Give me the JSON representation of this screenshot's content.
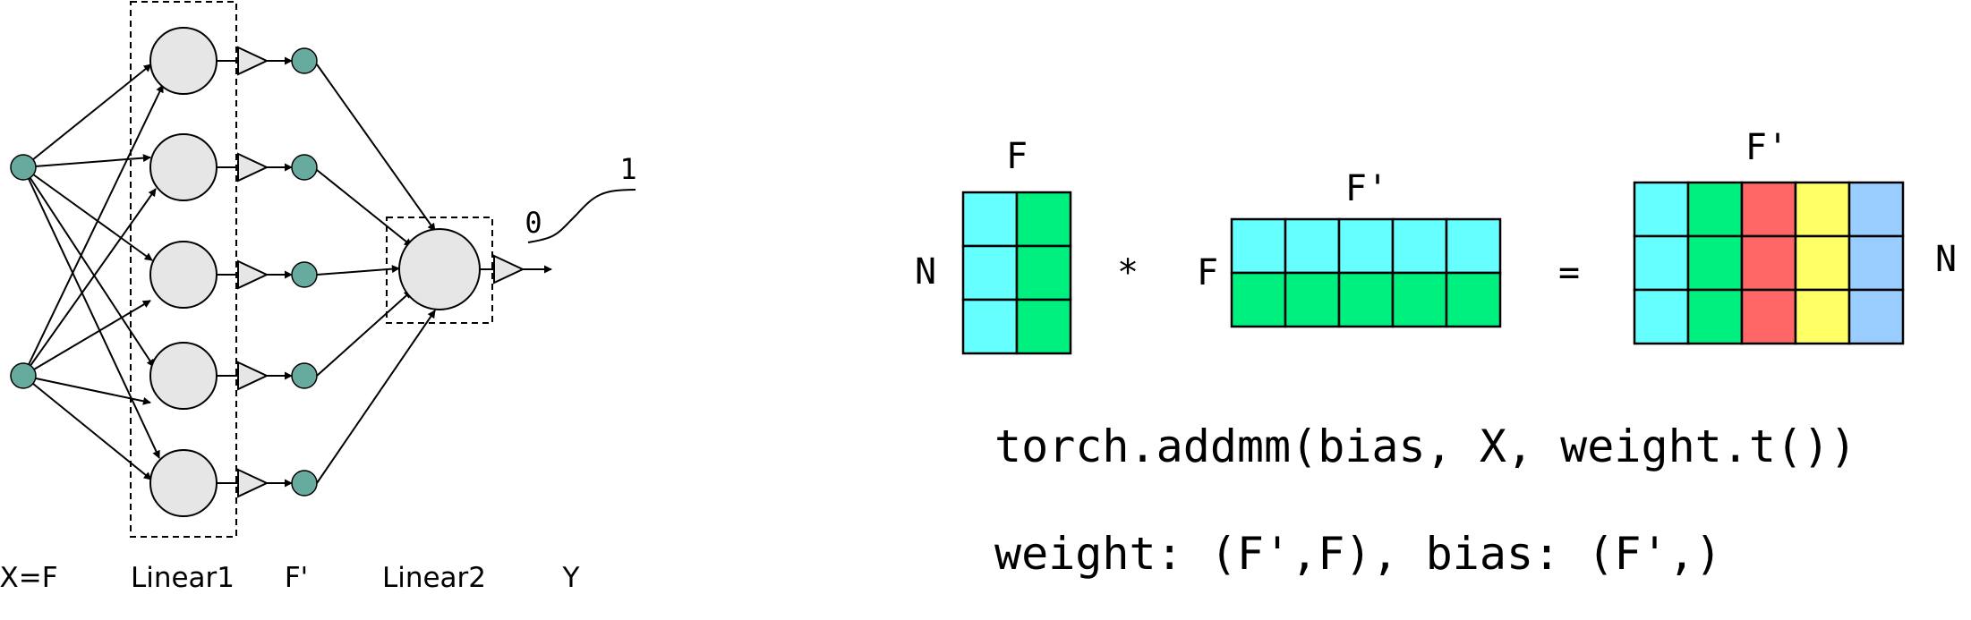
{
  "network": {
    "labels": {
      "input": "X=F",
      "linear1": "Linear1",
      "hidden": "F'",
      "linear2": "Linear2",
      "output": "Y"
    },
    "sigmoid": {
      "low": "0",
      "high": "1"
    }
  },
  "matmul": {
    "left_matrix": {
      "col_label": "F",
      "row_label": "N",
      "rows": 3,
      "cols": 2
    },
    "operator_multiply": "*",
    "right_matrix": {
      "col_label": "F'",
      "row_label": "F",
      "rows": 2,
      "cols": 5
    },
    "operator_equals": "=",
    "result_matrix": {
      "col_label": "F'",
      "row_label": "N",
      "rows": 3,
      "cols": 5
    }
  },
  "code": {
    "line1": "torch.addmm(bias, X, weight.t())",
    "line2": "weight: (F',F),  bias: (F',)"
  },
  "colors": {
    "cyan": "#66ffff",
    "green": "#00f080",
    "red": "#ff6666",
    "yellow": "#ffff66",
    "blue": "#99ccff",
    "input_node": "#67ab9f",
    "neuron": "#e6e6e6"
  }
}
